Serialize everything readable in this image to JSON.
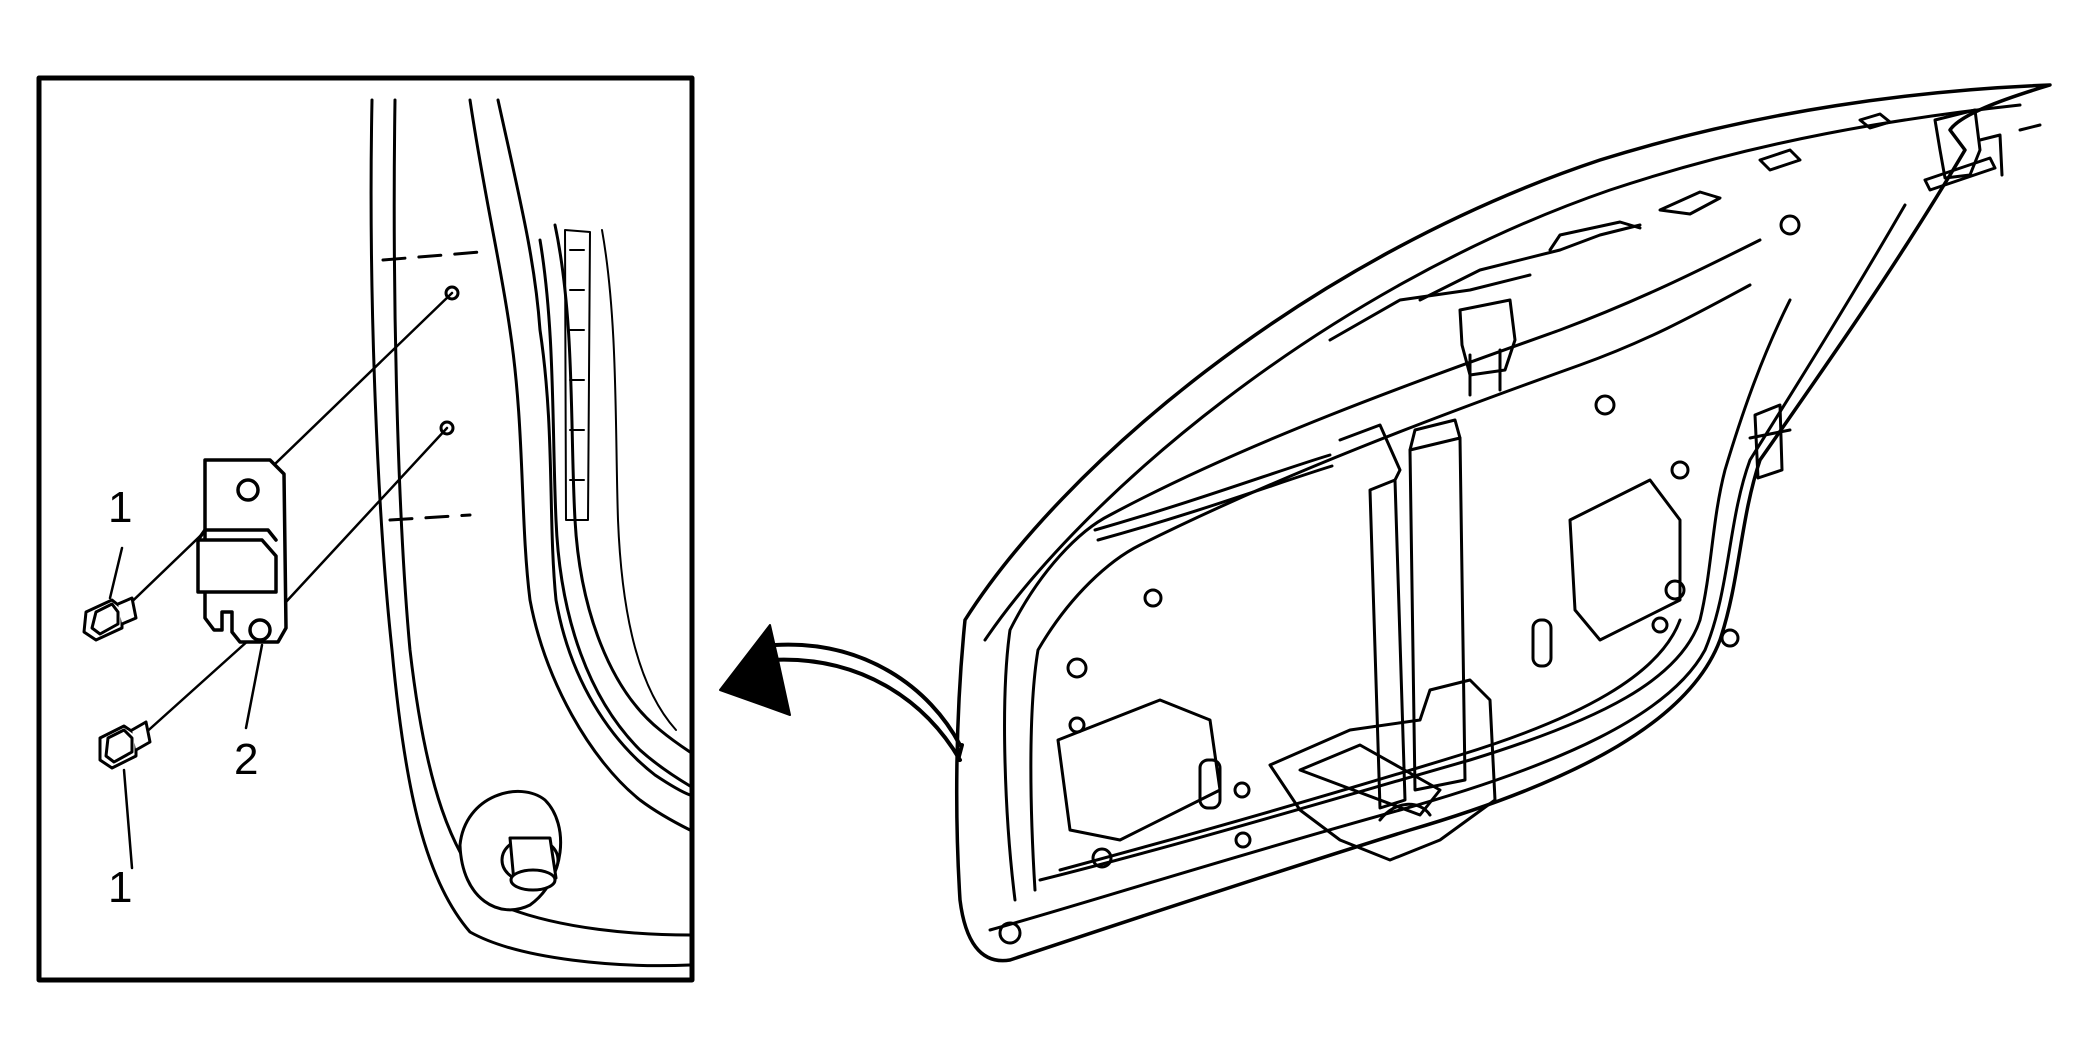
{
  "callouts": {
    "fastener_top": "1",
    "fastener_bottom": "1",
    "bracket": "2"
  },
  "colors": {
    "stroke": "#000000",
    "background": "#ffffff"
  },
  "icons": {
    "arrow": "curved-arrow-icon"
  }
}
